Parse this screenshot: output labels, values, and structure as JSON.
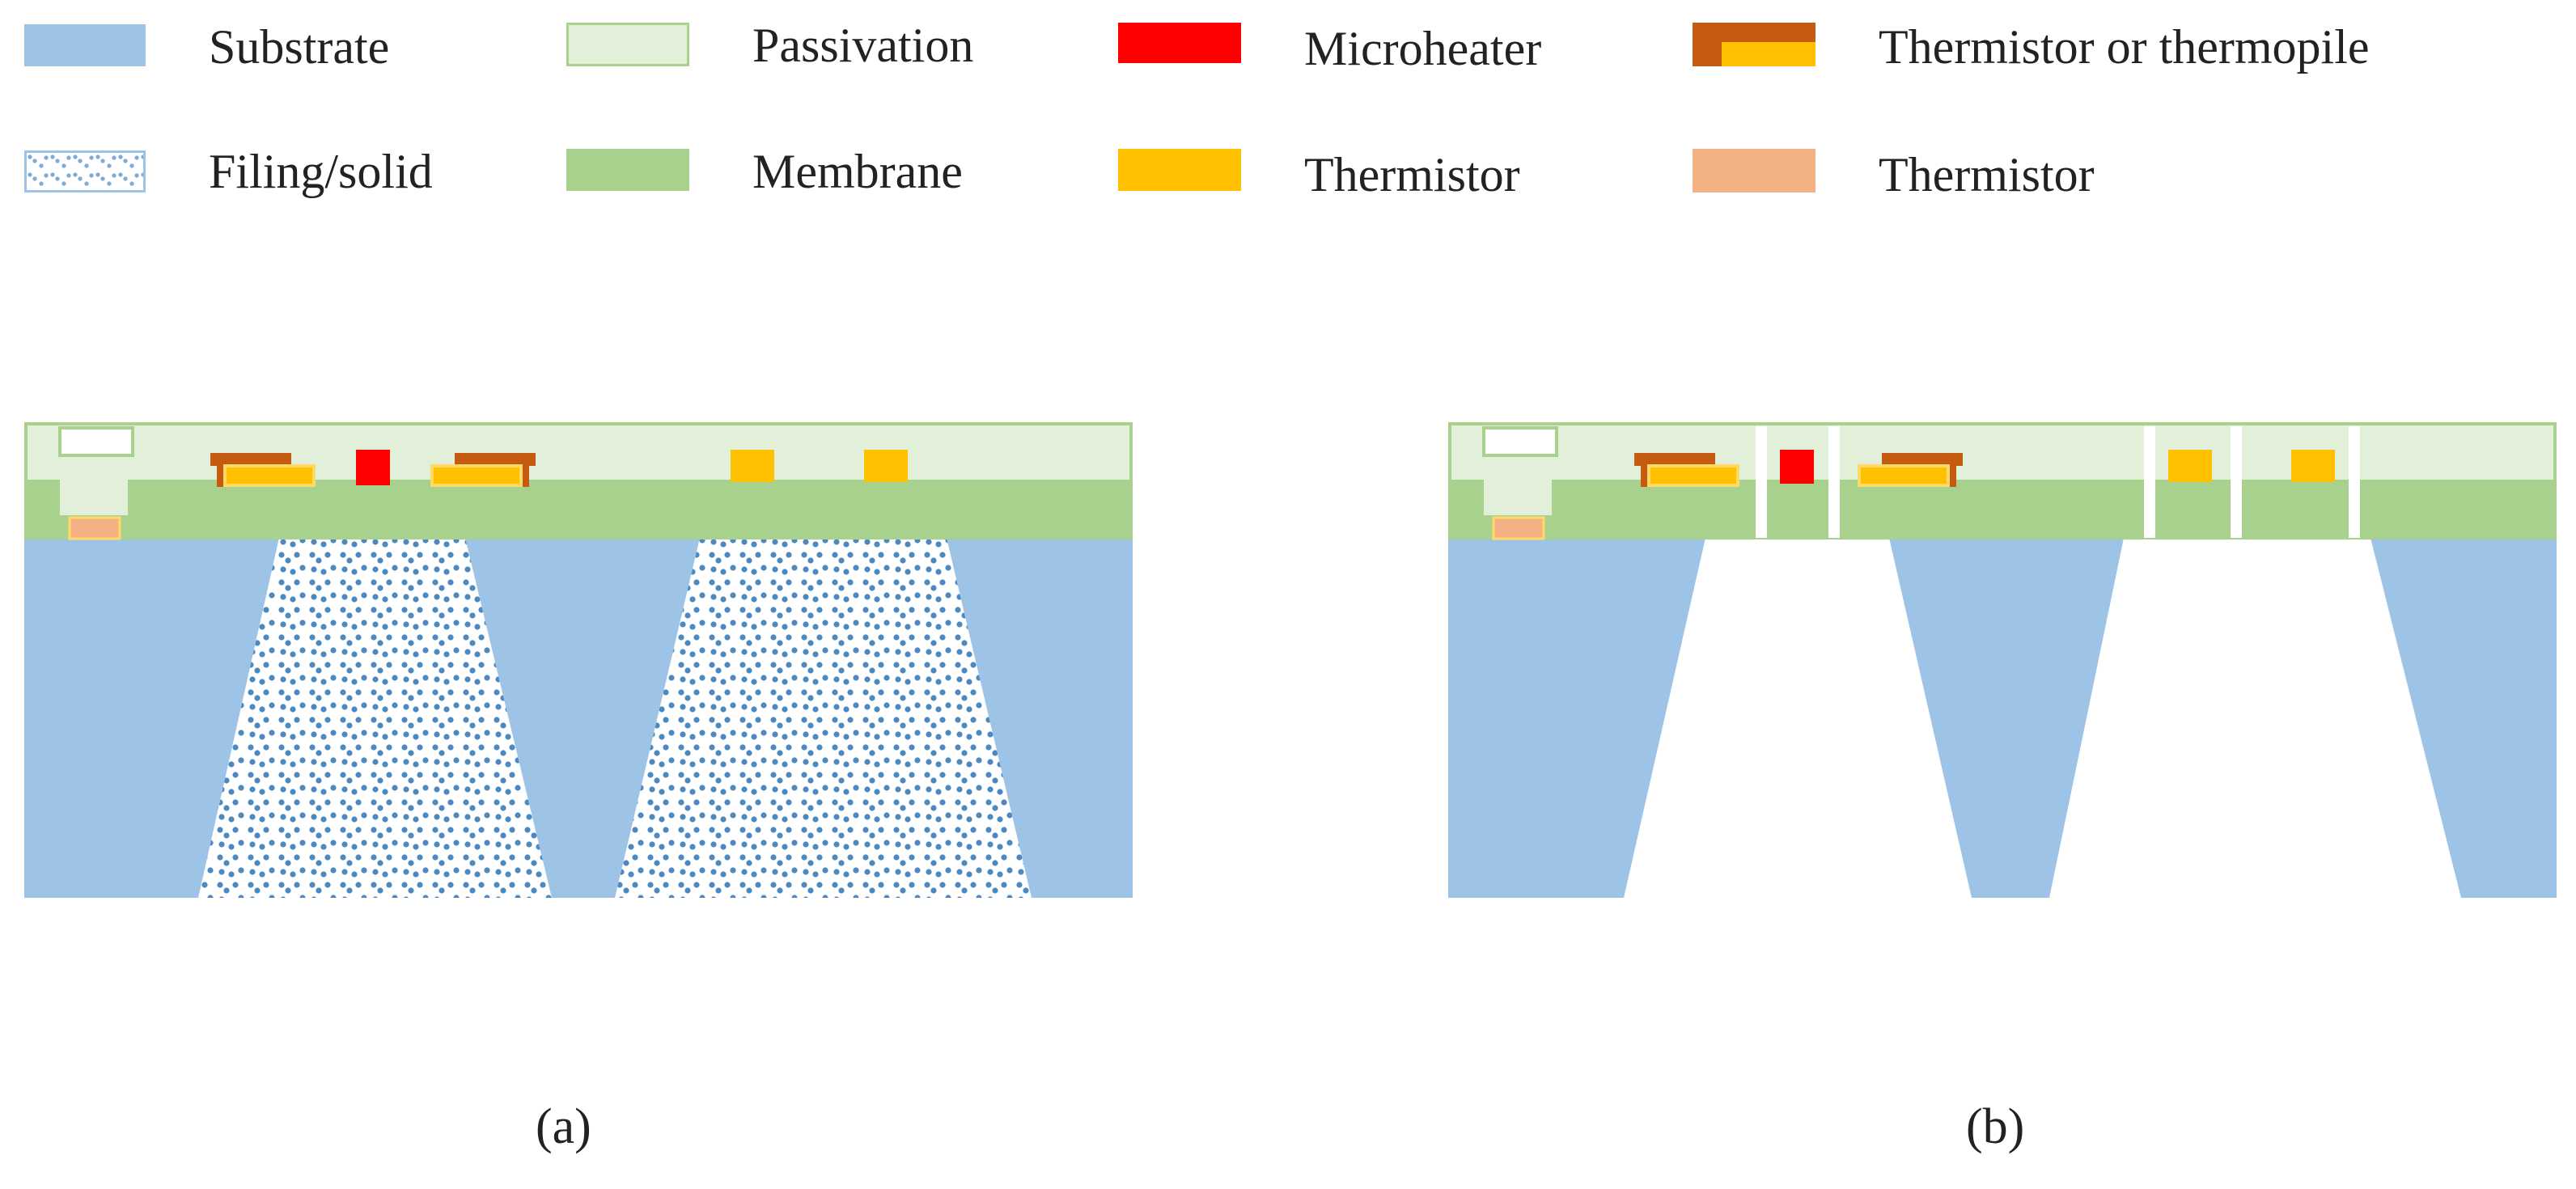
{
  "legend": {
    "substrate": "Substrate",
    "passivation": "Passivation",
    "microheater": "Microheater",
    "thermistor_or_thermopile": "Thermistor or thermopile",
    "filling": "Filing/solid",
    "membrane": "Membrane",
    "thermistor_yellow": "Thermistor",
    "thermistor_salmon": "Thermistor"
  },
  "captions": {
    "a": "(a)",
    "b": "(b)"
  },
  "colors": {
    "substrate": "#9DC3E6",
    "passivation": "#E2F0D9",
    "passivation_border": "#A9D18E",
    "membrane": "#A9D18E",
    "microheater": "#FF0000",
    "thermopile_dark": "#C55A11",
    "thermistor_yellow": "#FFC000",
    "thermistor_light": "#FFD966",
    "thermistor_salmon": "#F4B183",
    "filling_dot": "#2E75B6"
  }
}
